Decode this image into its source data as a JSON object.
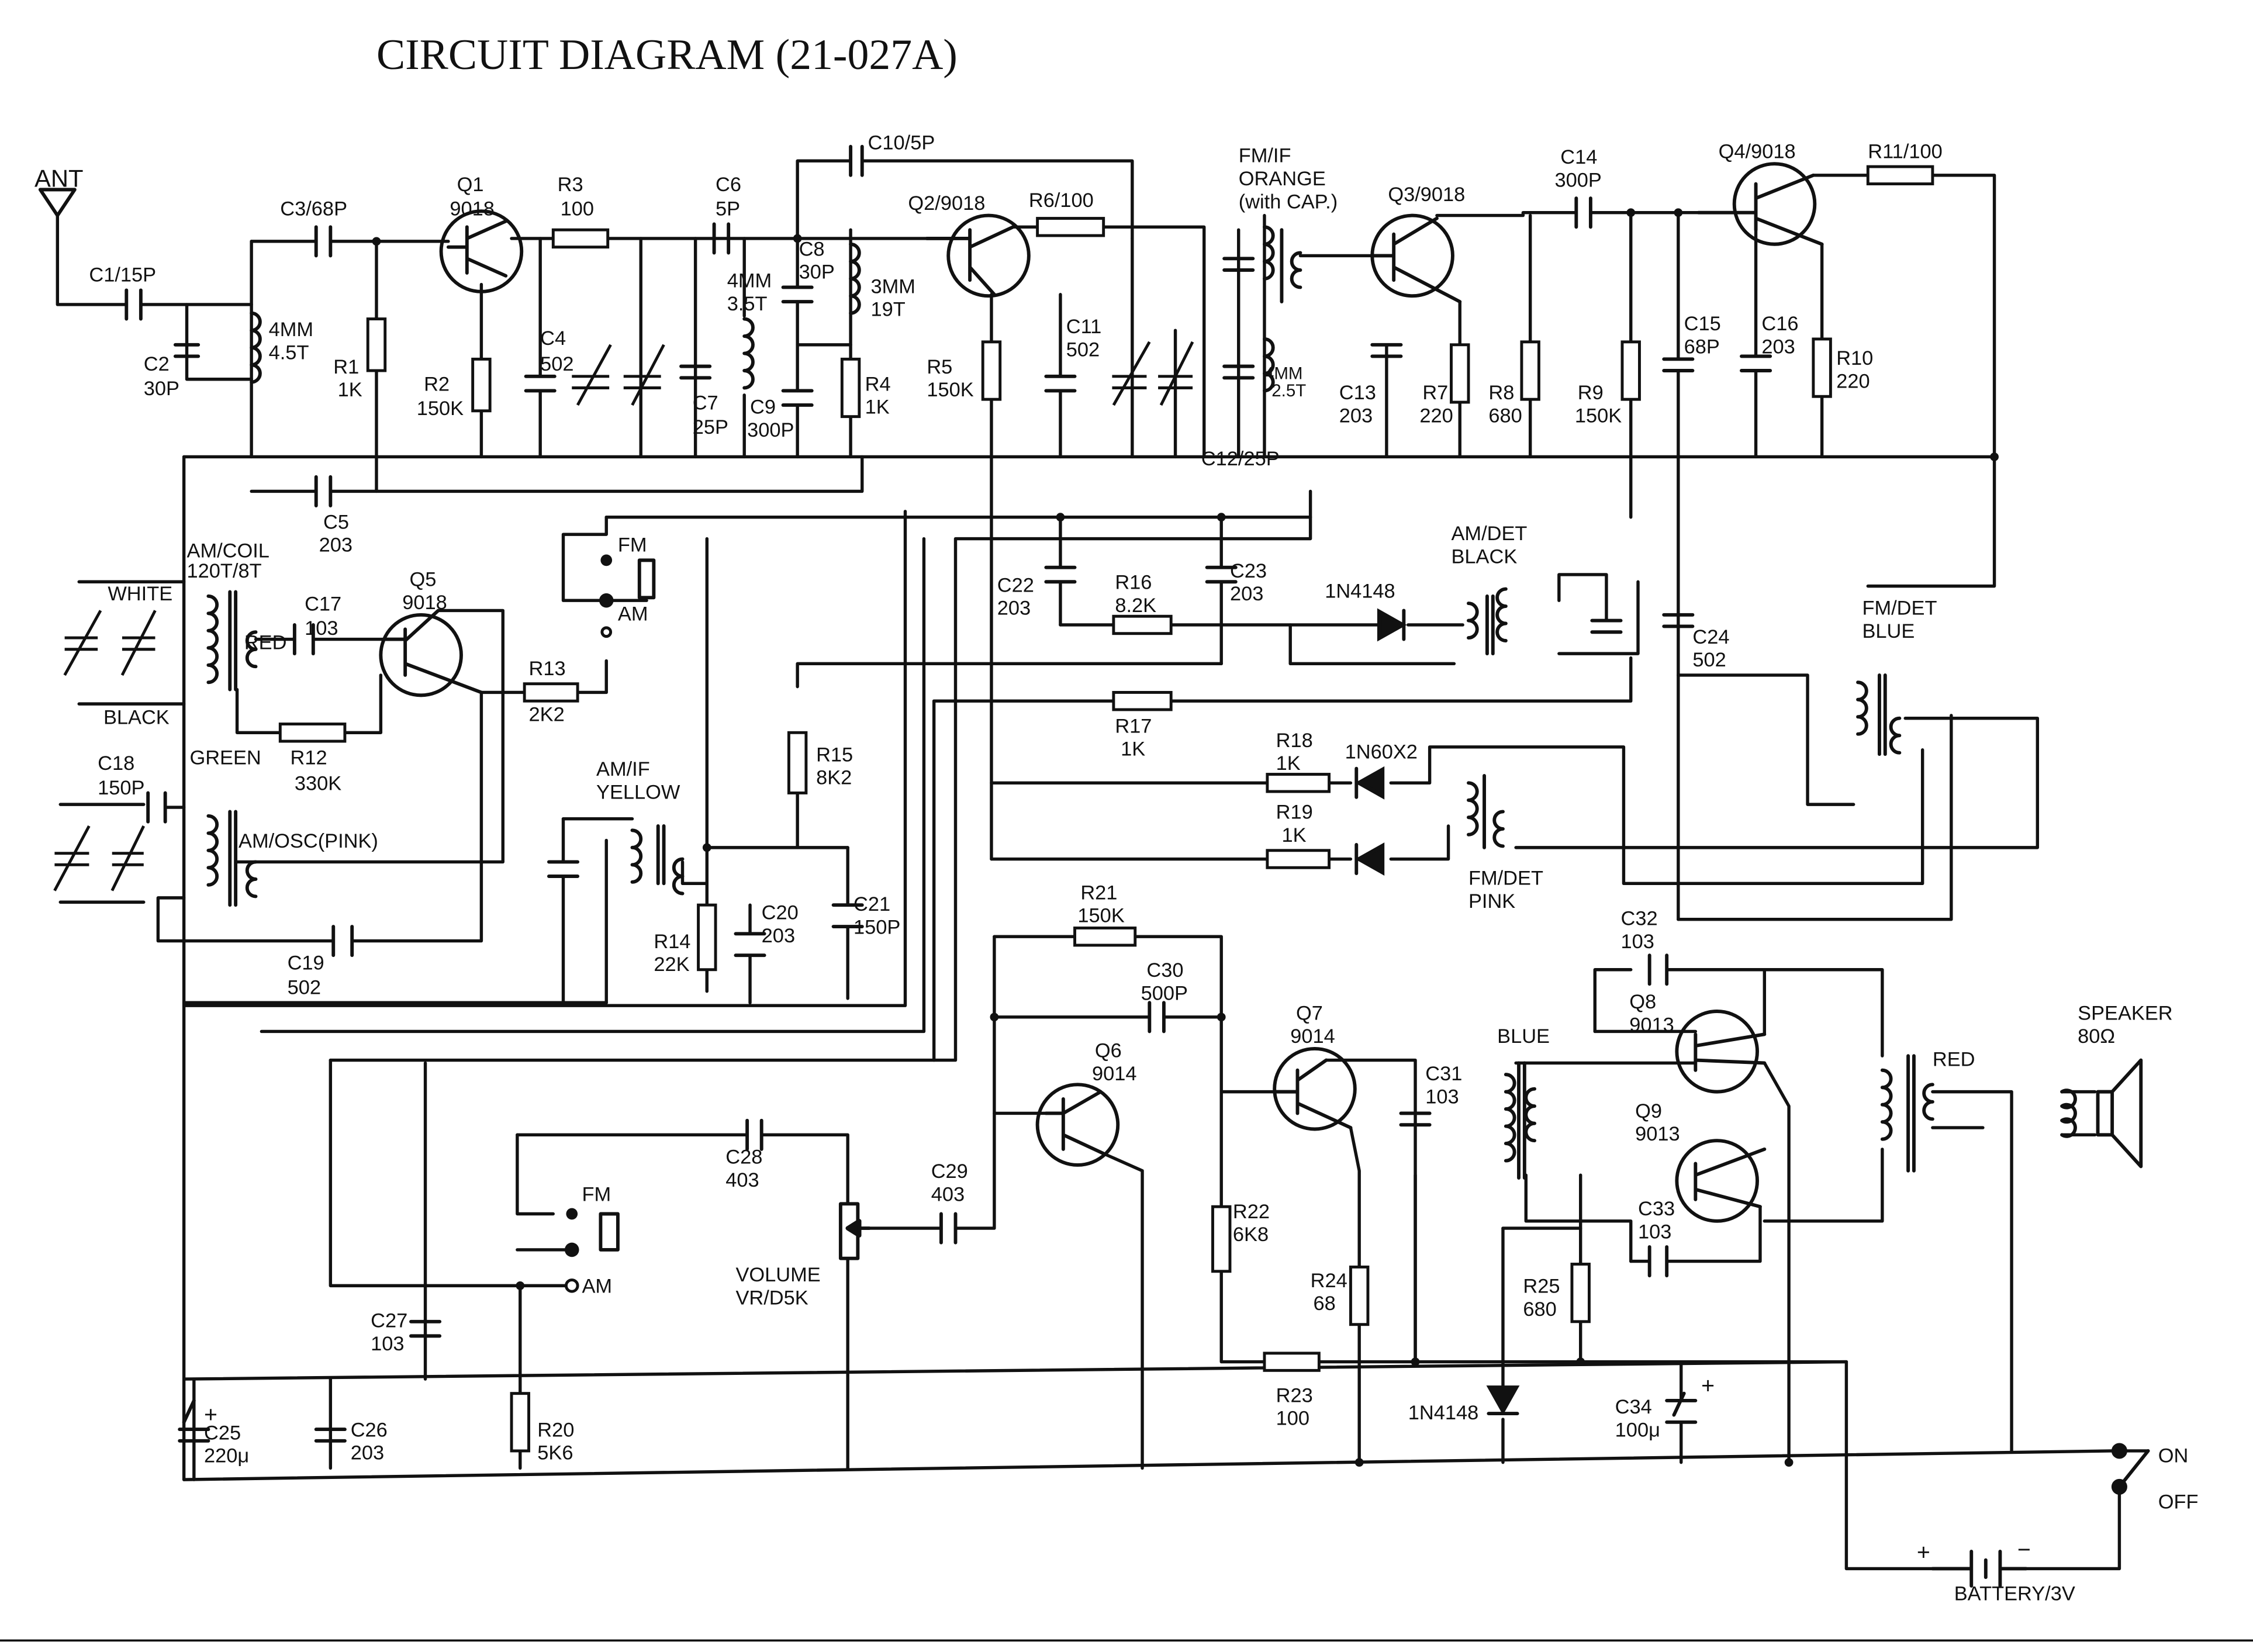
{
  "title": "CIRCUIT DIAGRAM (21-027A)",
  "labels": {
    "ant": "ANT",
    "c1": "C1/15P",
    "c2": [
      "C2",
      "30P"
    ],
    "coil1": [
      "4MM",
      "4.5T"
    ],
    "c3": "C3/68P",
    "r1": [
      "R1",
      "1K"
    ],
    "q1": [
      "Q1",
      "9018"
    ],
    "r2": [
      "R2",
      "150K"
    ],
    "r3": [
      "R3",
      "100"
    ],
    "c4": [
      "C4",
      "502"
    ],
    "c5": [
      "C5",
      "203"
    ],
    "c6": [
      "C6",
      "5P"
    ],
    "c7": [
      "C7",
      "25P"
    ],
    "coil2": [
      "4MM",
      "3.5T"
    ],
    "c8": [
      "C8",
      "30P"
    ],
    "c9": [
      "C9",
      "300P"
    ],
    "coil3": [
      "3MM",
      "19T"
    ],
    "r4": [
      "R4",
      "1K"
    ],
    "c10": "C10/5P",
    "q2": "Q2/9018",
    "r6": "R6/100",
    "r5": [
      "R5",
      "150K"
    ],
    "c11": [
      "C11",
      "502"
    ],
    "fmif": [
      "FM/IF",
      "ORANGE",
      "(with CAP.)"
    ],
    "coil4": [
      "4MM",
      "2.5T"
    ],
    "c12": "C12/25P",
    "q3": "Q3/9018",
    "c13": [
      "C13",
      "203"
    ],
    "r7": [
      "R7",
      "220"
    ],
    "r8": [
      "R8",
      "680"
    ],
    "c14": [
      "C14",
      "300P"
    ],
    "q4": "Q4/9018",
    "r11": "R11/100",
    "r9": [
      "R9",
      "150K"
    ],
    "c15": [
      "C15",
      "68P"
    ],
    "c16": [
      "C16",
      "203"
    ],
    "r10": [
      "R10",
      "220"
    ],
    "amcoil": [
      "AM/COIL",
      "120T/8T"
    ],
    "white": "WHITE",
    "black": "BLACK",
    "red": "RED",
    "green": "GREEN",
    "c17": [
      "C17",
      "103"
    ],
    "q5": [
      "Q5",
      "9018"
    ],
    "r12": [
      "R12",
      "330K"
    ],
    "r13": [
      "R13",
      "2K2"
    ],
    "fm": "FM",
    "am": "AM",
    "c18": [
      "C18",
      "150P"
    ],
    "amosc": "AM/OSC(PINK)",
    "c19": [
      "C19",
      "502"
    ],
    "amif": [
      "AM/IF",
      "YELLOW"
    ],
    "r14": [
      "R14",
      "22K"
    ],
    "c20": [
      "C20",
      "203"
    ],
    "r15": [
      "R15",
      "8K2"
    ],
    "c21": [
      "C21",
      "150P"
    ],
    "c22": [
      "C22",
      "203"
    ],
    "r16": [
      "R16",
      "8.2K"
    ],
    "c23": [
      "C23",
      "203"
    ],
    "d1": "1N4148",
    "amdet": [
      "AM/DET",
      "BLACK"
    ],
    "c24": [
      "C24",
      "502"
    ],
    "fmdetblue": [
      "FM/DET",
      "BLUE"
    ],
    "r17": [
      "R17",
      "1K"
    ],
    "r18": [
      "R18",
      "1K"
    ],
    "r19": [
      "R19",
      "1K"
    ],
    "d2": "1N60X2",
    "fmdetpink": [
      "FM/DET",
      "PINK"
    ],
    "r21": [
      "R21",
      "150K"
    ],
    "c30": [
      "C30",
      "500P"
    ],
    "q6": [
      "Q6",
      "9014"
    ],
    "q7": [
      "Q7",
      "9014"
    ],
    "c31": [
      "C31",
      "103"
    ],
    "blue": "BLUE",
    "c32": [
      "C32",
      "103"
    ],
    "q8": [
      "Q8",
      "9013"
    ],
    "q9": [
      "Q9",
      "9013"
    ],
    "c33": [
      "C33",
      "103"
    ],
    "red2": "RED",
    "speaker": [
      "SPEAKER",
      "80Ω"
    ],
    "c28": [
      "C28",
      "403"
    ],
    "c29": [
      "C29",
      "403"
    ],
    "volume": [
      "VOLUME",
      "VR/D5K"
    ],
    "r22": [
      "R22",
      "6K8"
    ],
    "r24": [
      "R24",
      "68"
    ],
    "r25": [
      "R25",
      "680"
    ],
    "r23": [
      "R23",
      "100"
    ],
    "d3": "1N4148",
    "c34": [
      "C34",
      "100μ"
    ],
    "c27": [
      "C27",
      "103"
    ],
    "c25": [
      "C25",
      "220μ"
    ],
    "c26": [
      "C26",
      "203"
    ],
    "r20": [
      "R20",
      "5K6"
    ],
    "on": "ON",
    "off": "OFF",
    "battery": "BATTERY/3V",
    "plus": "+",
    "minus": "−"
  }
}
